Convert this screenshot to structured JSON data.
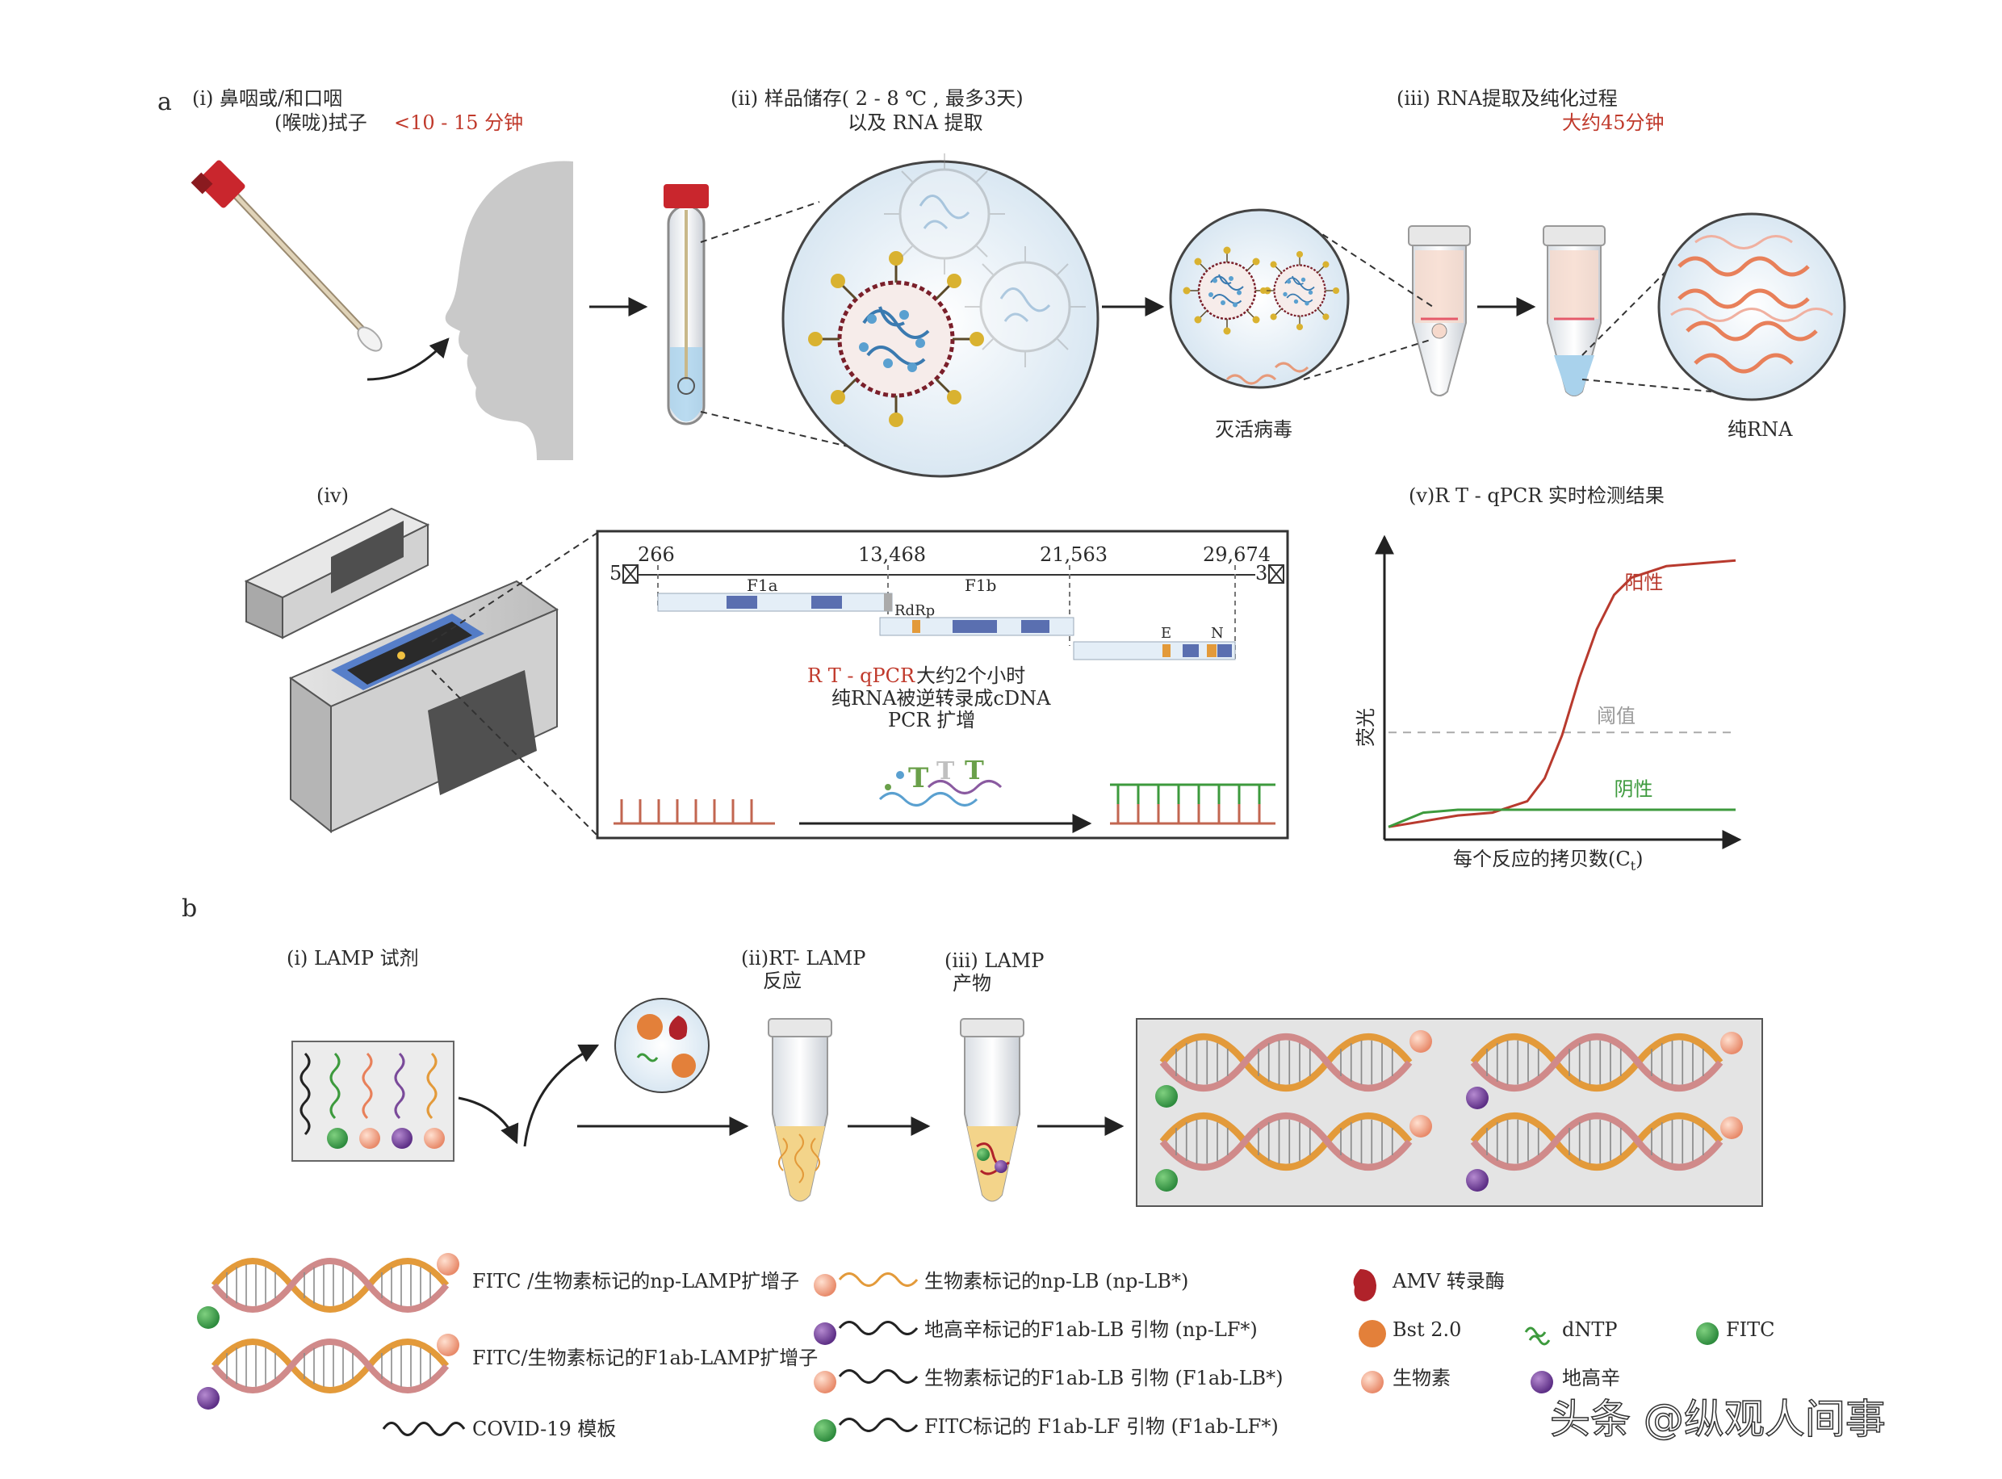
{
  "panel_a": {
    "letter": "a",
    "step1": {
      "line1": "(i) 鼻咽或/和口咽",
      "line2_a": "(喉咙)拭子",
      "line2_b": "<10 - 15 分钟"
    },
    "step2": {
      "line1": "(ii) 样品储存( 2 - 8  ℃ , 最多3天)",
      "line2": "以及 RNA 提取"
    },
    "step3": {
      "line1": "(iii) RNA提取及纯化过程",
      "line2": "大约45分钟"
    },
    "inactive_label": "灭活病毒",
    "pure_rna_label": "纯RNA",
    "step4": {
      "label": "(iv)"
    },
    "genome": {
      "pos1": "266",
      "pos2": "13,468",
      "pos3": "21,563",
      "pos4": "29,674",
      "end5": "5",
      "end3": "3",
      "f1a": "F1a",
      "f1b": "F1b",
      "rdrp": "RdRp",
      "e": "E",
      "n": "N"
    },
    "rtqpcr": {
      "name": "R T - qPCR",
      "time": "大约2个小时",
      "line2": "纯RNA被逆转录成cDNA",
      "line3": "PCR 扩增"
    },
    "step5": {
      "label": "(v)R T - qPCR 实时检测结果"
    },
    "chart_data": {
      "type": "line",
      "title": "",
      "xlabel": "每个反应的拷贝数(C",
      "xlabel_sub": "t",
      "xlabel_end": ")",
      "ylabel": "荧光",
      "threshold_label": "阈值",
      "grid": false,
      "series": [
        {
          "name": "阳性",
          "color": "#b83a2e",
          "x": [
            0,
            0.1,
            0.2,
            0.3,
            0.4,
            0.45,
            0.5,
            0.55,
            0.6,
            0.65,
            0.7,
            0.8,
            0.9,
            1.0
          ],
          "y": [
            0.03,
            0.05,
            0.07,
            0.08,
            0.12,
            0.2,
            0.35,
            0.55,
            0.72,
            0.84,
            0.9,
            0.94,
            0.95,
            0.96
          ]
        },
        {
          "name": "阴性",
          "color": "#3d9a3d",
          "x": [
            0,
            0.1,
            0.2,
            0.4,
            0.6,
            0.8,
            1.0
          ],
          "y": [
            0.03,
            0.08,
            0.09,
            0.09,
            0.09,
            0.09,
            0.09
          ]
        }
      ],
      "threshold": 0.36
    }
  },
  "panel_b": {
    "letter": "b",
    "step1": {
      "label": "(i) LAMP 试剂"
    },
    "step2": {
      "line1": "(ii)RT- LAMP",
      "line2": "反应"
    },
    "step3": {
      "line1": "(iii) LAMP",
      "line2": "产物"
    }
  },
  "legend": {
    "amp1": "FITC /生物素标记的np-LAMP扩增子",
    "amp2": "FITC/生物素标记的F1ab-LAMP扩增子",
    "template": "COVID-19 模板",
    "p1": "生物素标记的np-LB (np-LB*)",
    "p2": "地高辛标记的F1ab-LB 引物 (np-LF*)",
    "p3": "生物素标记的F1ab-LB 引物 (F1ab-LB*)",
    "p4": "FITC标记的 F1ab-LF 引物 (F1ab-LF*)",
    "amv": "AMV 转录酶",
    "bst": "Bst 2.0",
    "dntp": "dNTP",
    "fitc": "FITC",
    "biotin": "生物素",
    "dig": "地高辛"
  },
  "watermark": "头条 @纵观人间事",
  "colors": {
    "red": "#c0392b",
    "green": "#3d9a3d",
    "orange": "#e39a3a",
    "purple": "#7a4a9a",
    "blue": "#5a6fb0",
    "grey": "#9a9a9a"
  }
}
